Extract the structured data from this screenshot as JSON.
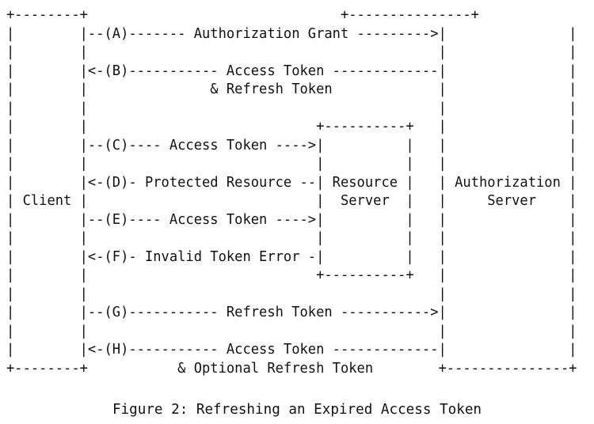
{
  "diagram": {
    "lines": [
      "+--------+                               +---------------+",
      "|        |--(A)------- Authorization Grant --------->|               |",
      "|        |                                           |               |",
      "|        |<-(B)----------- Access Token -------------|               |",
      "|        |               & Refresh Token             |               |",
      "|        |                                           |               |",
      "|        |                            +----------+   |               |",
      "|        |--(C)---- Access Token ---->|          |   |               |",
      "|        |                            |          |   |               |",
      "|        |<-(D)- Protected Resource --| Resource |   | Authorization |",
      "| Client |                            |  Server  |   |     Server    |",
      "|        |--(E)---- Access Token ---->|          |   |               |",
      "|        |                            |          |   |               |",
      "|        |<-(F)- Invalid Token Error -|          |   |               |",
      "|        |                            +----------+   |               |",
      "|        |                                           |               |",
      "|        |--(G)----------- Refresh Token ----------->|               |",
      "|        |                                           |               |",
      "|        |<-(H)----------- Access Token -------------|               |",
      "+--------+           & Optional Refresh Token        +---------------+"
    ],
    "caption": "Figure 2: Refreshing an Expired Access Token"
  }
}
